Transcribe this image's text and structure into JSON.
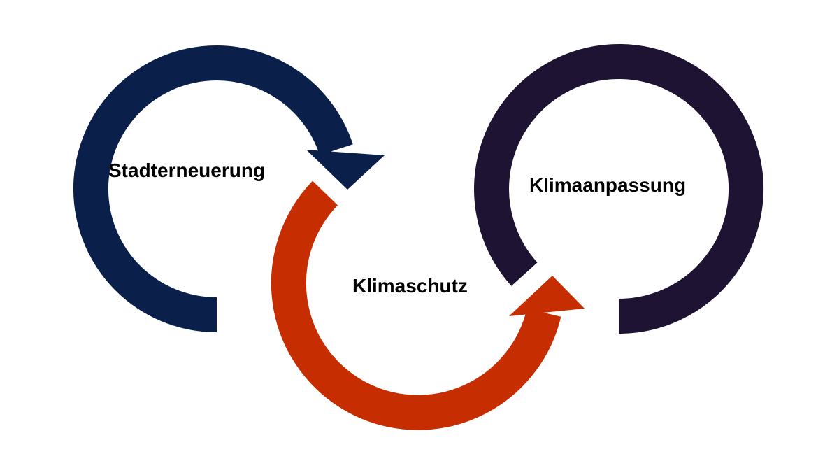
{
  "diagram": {
    "nodes": [
      {
        "id": "stadterneuerung",
        "label": "Stadterneuerung",
        "color": "#0b1f4b"
      },
      {
        "id": "klimaschutz",
        "label": "Klimaschutz",
        "color": "#c62d00"
      },
      {
        "id": "klimaanpassung",
        "label": "Klimaanpassung",
        "color": "#1f1333"
      }
    ],
    "edges": [
      {
        "from": "stadterneuerung",
        "to": "klimaschutz"
      },
      {
        "from": "klimaschutz",
        "to": "klimaanpassung"
      }
    ]
  }
}
